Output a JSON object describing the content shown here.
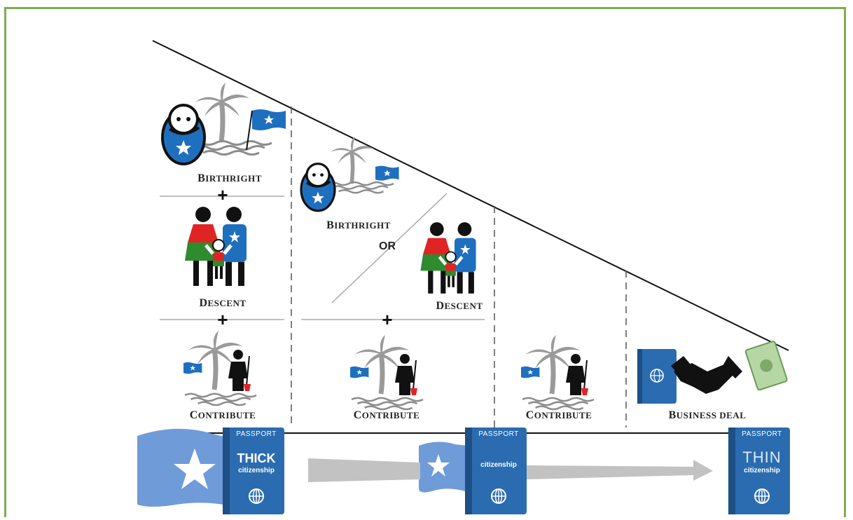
{
  "labels": {
    "birthright": "Birthright",
    "descent": "Descent",
    "contribute": "Contribute",
    "business_deal": "Business Deal",
    "or": "OR",
    "plus": "+"
  },
  "passports": {
    "header": "PASSPORT",
    "thick_title": "THICK",
    "thin_title": "THIN",
    "subtitle": "citizenship"
  },
  "colors": {
    "frame": "#7cae4f",
    "passport_blue": "#2b6cb0",
    "flag_blue": "#6f9bd9",
    "flag_dark_blue": "#1f6fbf",
    "descent_red": "#e02424",
    "descent_green": "#2e8b2e",
    "arrow_gray": "#c2c2c2",
    "island_gray": "#9a9a9a"
  },
  "icons": [
    "baby-icon",
    "palm-island-icon",
    "flag-icon",
    "family-icon",
    "worker-shovel-icon",
    "handshake-icon",
    "money-icon",
    "passport-icon",
    "globe-icon"
  ]
}
